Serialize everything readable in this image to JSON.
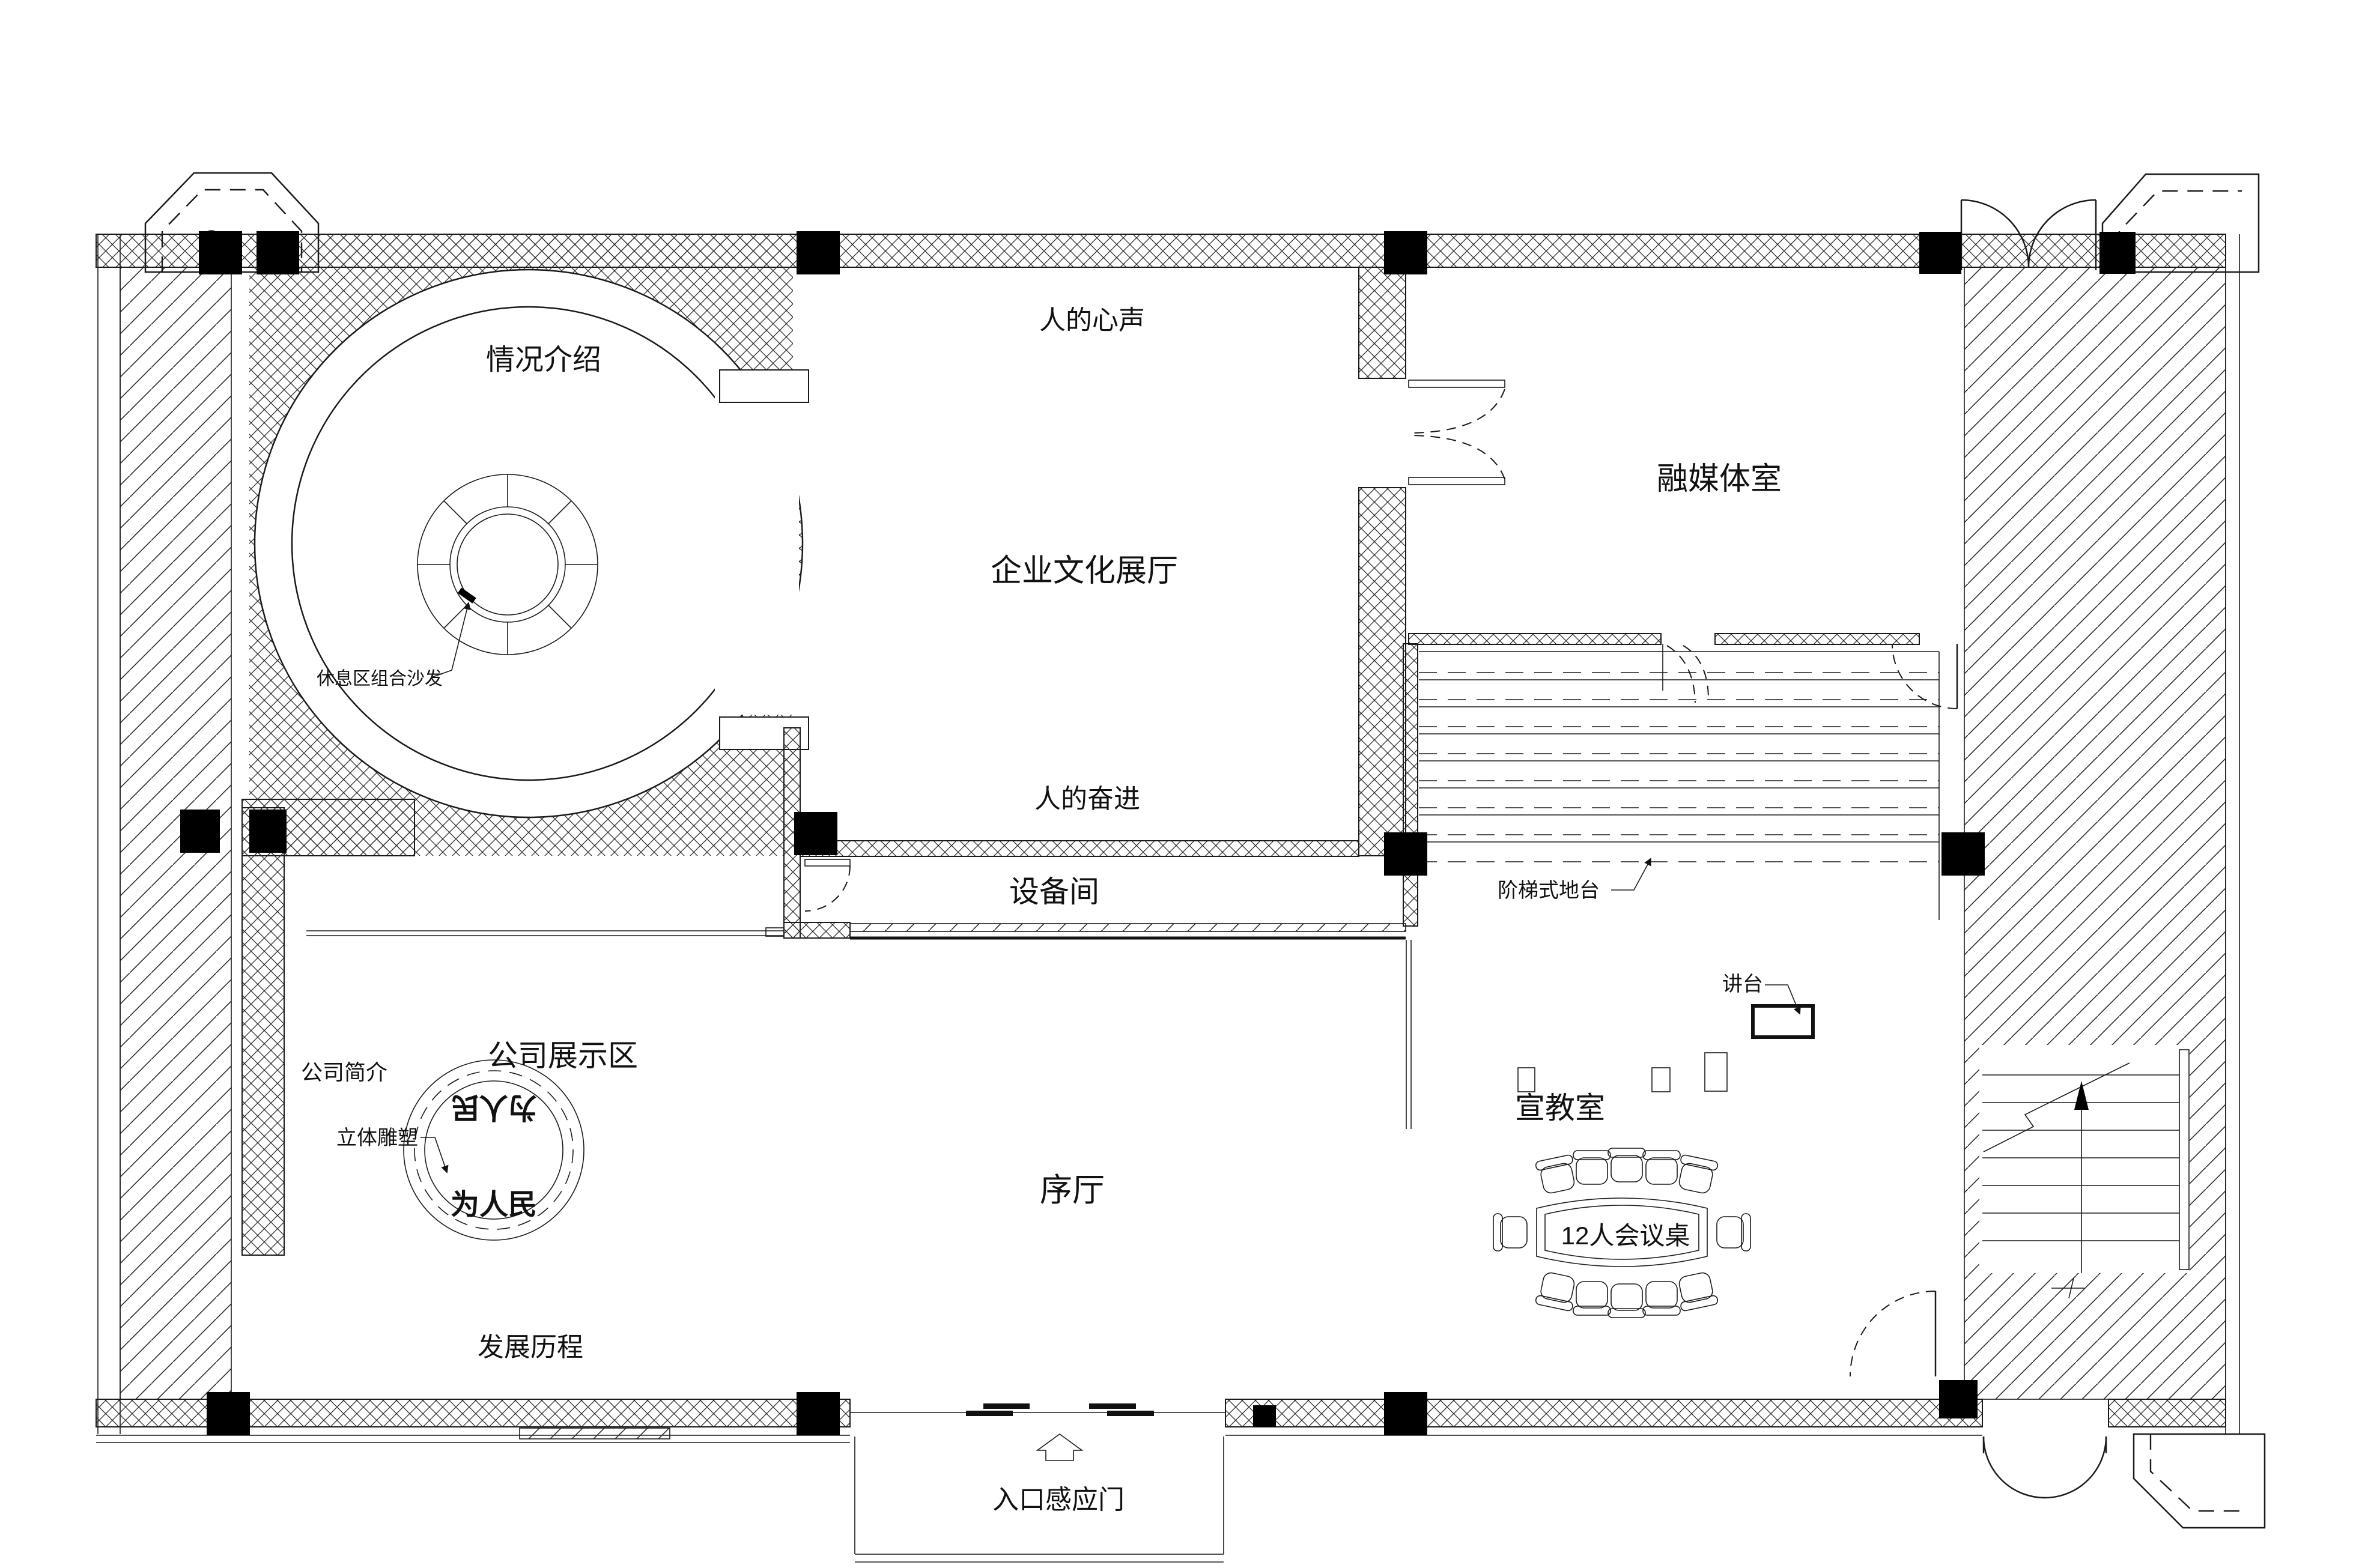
{
  "drawing_type": "floor-plan",
  "colors": {
    "line": "#1a1a1a",
    "column_fill": "#000000",
    "background": "#ffffff",
    "text": "#111111"
  },
  "labels": {
    "intro_area": "情况介绍",
    "voice_of_people": "人的心声",
    "culture_hall": "企业文化展厅",
    "media_room": "融媒体室",
    "sofa_note": "休息区组合沙发",
    "endeavor_of_people": "人的奋进",
    "equipment_room": "设备间",
    "stepped_platform": "阶梯式地台",
    "podium": "讲台",
    "company_profile": "公司简介",
    "display_area": "公司展示区",
    "sculpture": "立体雕塑",
    "for_the_people": "为人民",
    "foyer": "序厅",
    "teaching_room": "宣教室",
    "conference_table": "12人会议桌",
    "development_history": "发展历程",
    "entrance_sensor_door": "入口感应门"
  }
}
